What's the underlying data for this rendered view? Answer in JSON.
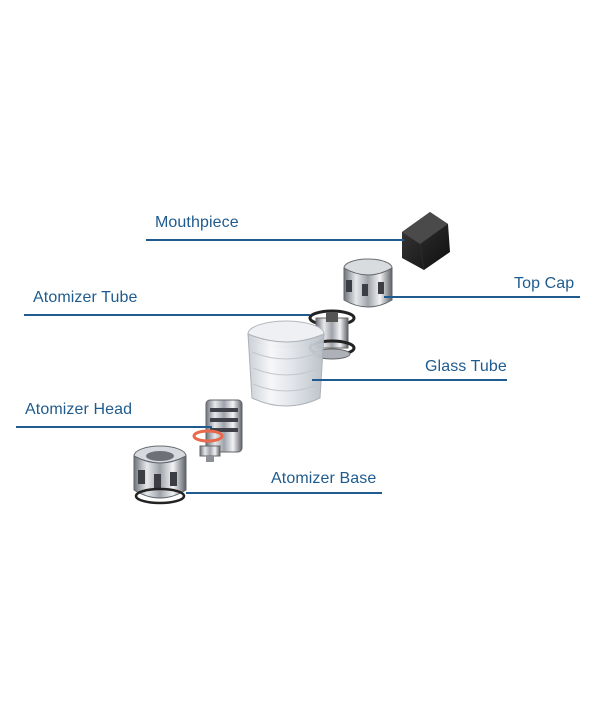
{
  "labels": {
    "mouthpiece": "Mouthpiece",
    "top_cap": "Top Cap",
    "atomizer_tube": "Atomizer Tube",
    "glass_tube": "Glass Tube",
    "atomizer_head": "Atomizer Head",
    "atomizer_base": "Atomizer Base"
  },
  "colors": {
    "label_text": "#1f5b8e",
    "leader_line": "#1f5b8e",
    "metal": "#b8bcc2",
    "black_part": "#1c1c1c",
    "glass": "#e3e7ec",
    "orange_ring": "#e8694b"
  }
}
